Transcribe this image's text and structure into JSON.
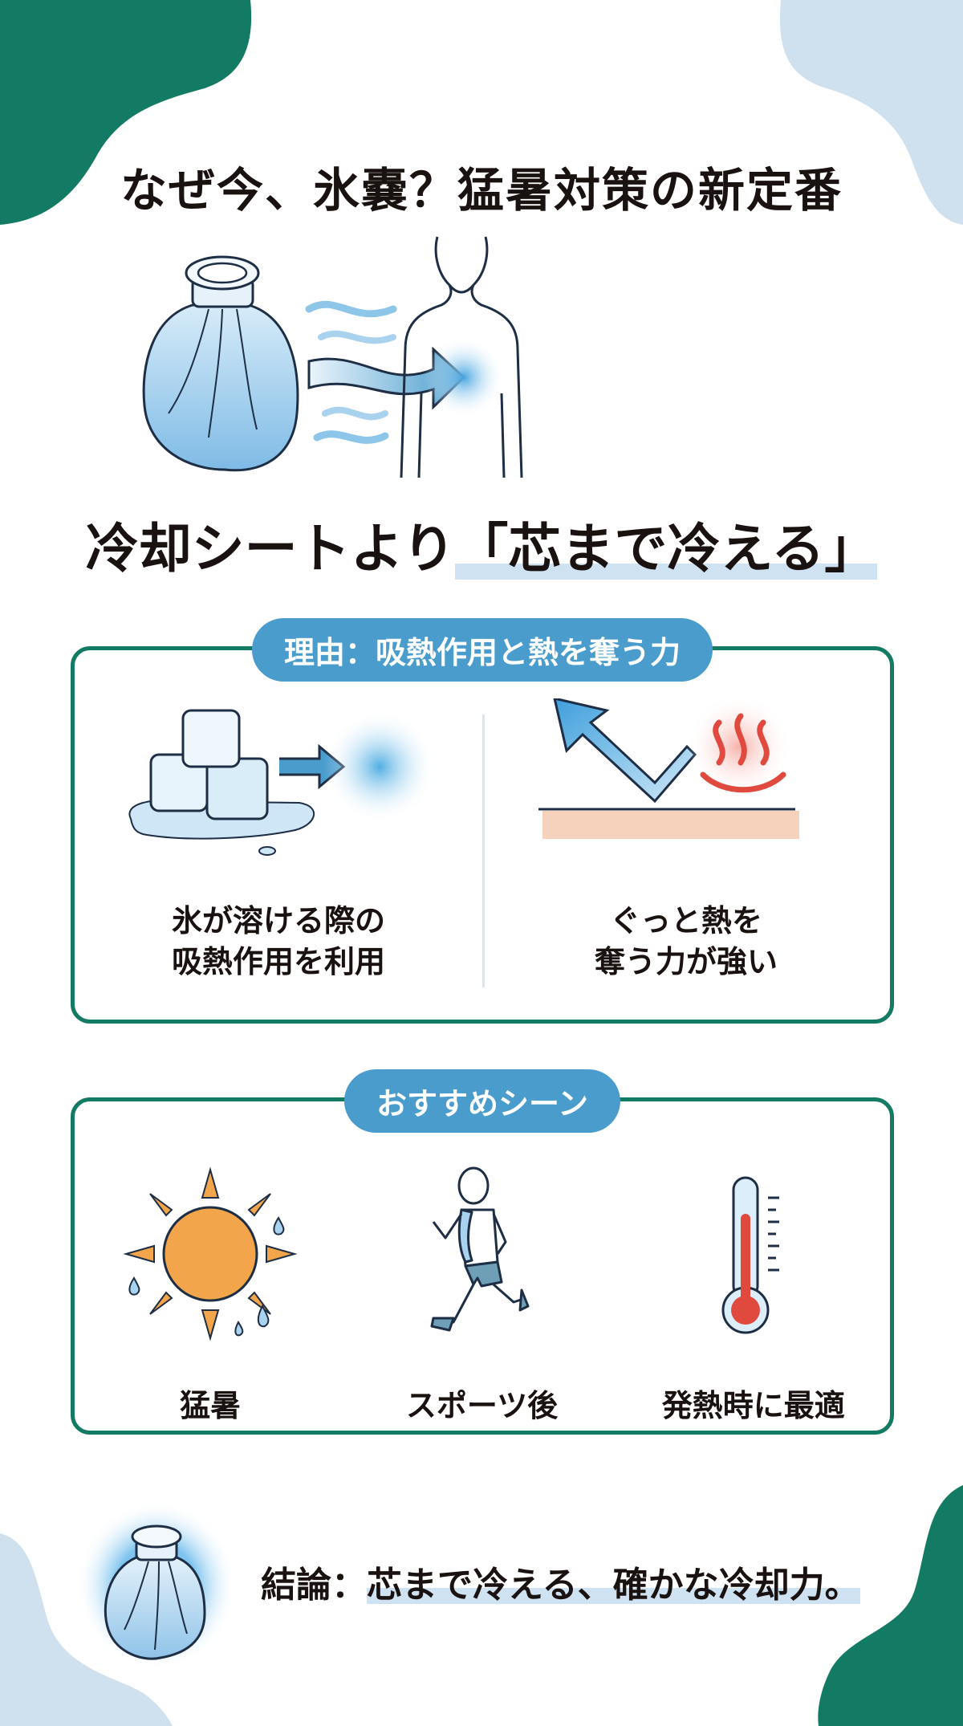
{
  "header": {
    "title": "なぜ今、氷嚢？猛暑対策の新定番"
  },
  "hero": {
    "subtitle_prefix": "冷却シートより",
    "subtitle_highlight": "「芯まで冷える」",
    "icons": [
      "ice-bag-icon",
      "cold-wave-arrow-icon",
      "human-torso-icon"
    ]
  },
  "reason_panel": {
    "label": "理由：吸熱作用と熱を奪う力",
    "items": [
      {
        "icon": "melting-ice-cubes-icon",
        "line1": "氷が溶ける際の",
        "line2": "吸熱作用を利用"
      },
      {
        "icon": "heat-removal-arrow-icon",
        "line1": "ぐっと熱を",
        "line2": "奪う力が強い"
      }
    ]
  },
  "scenes_panel": {
    "label": "おすすめシーン",
    "items": [
      {
        "icon": "sun-sweat-icon",
        "label": "猛暑"
      },
      {
        "icon": "runner-icon",
        "label": "スポーツ後"
      },
      {
        "icon": "thermometer-icon",
        "label": "発熱時に最適"
      }
    ]
  },
  "conclusion": {
    "prefix": "結論：",
    "highlight": "芯まで冷える、確かな冷却力。"
  },
  "colors": {
    "green": "#137a63",
    "light_blue": "#cfe0ee",
    "pill_blue": "#4a9ccd",
    "highlight": "#cfe2f2",
    "ice_blue": "#a9d2ee",
    "heat_red": "#e04a3e",
    "sun_orange": "#f2a54a"
  }
}
